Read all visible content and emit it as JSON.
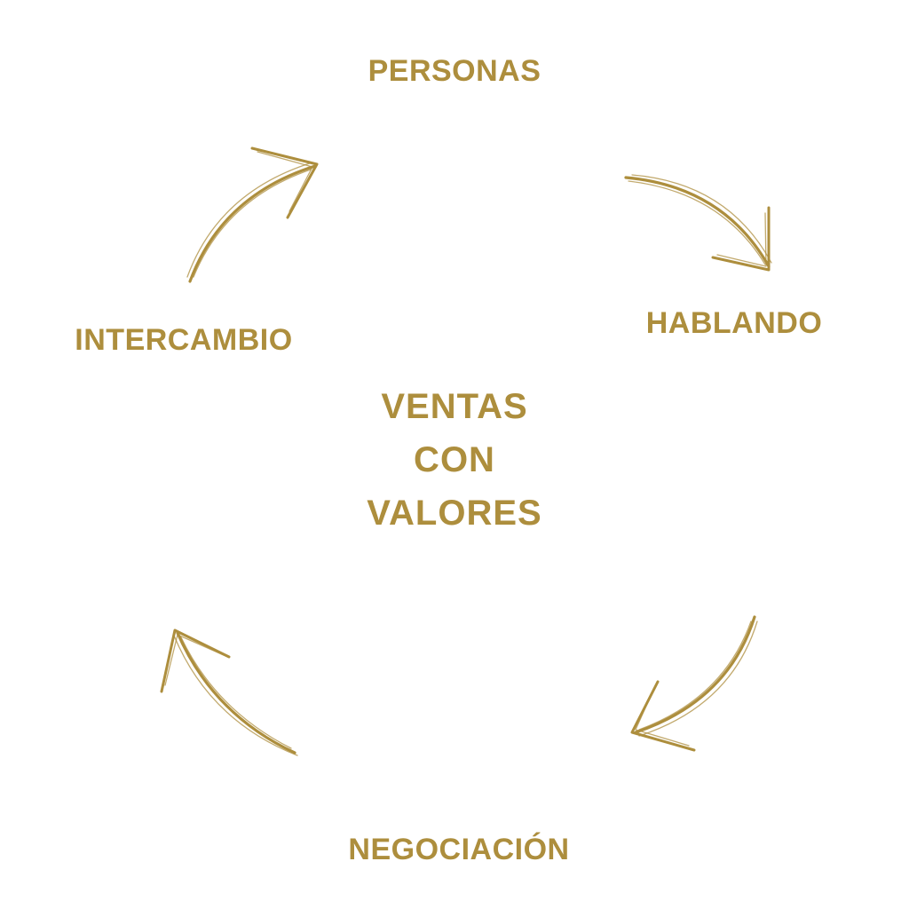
{
  "diagram": {
    "center": {
      "lines": [
        "VENTAS",
        "CON",
        "VALORES"
      ]
    },
    "nodes": {
      "top": "PERSONAS",
      "right": "HABLANDO",
      "bottom": "NEGOCIACIÓN",
      "left": "INTERCAMBIO"
    },
    "colors": {
      "text": "#ad8e3d",
      "arrows": "#ad8e3d",
      "background": "#ffffff"
    },
    "arrow_icon": "hand-drawn-curved-arrow",
    "flow": [
      "PERSONAS",
      "HABLANDO",
      "NEGOCIACIÓN",
      "INTERCAMBIO",
      "PERSONAS"
    ]
  }
}
